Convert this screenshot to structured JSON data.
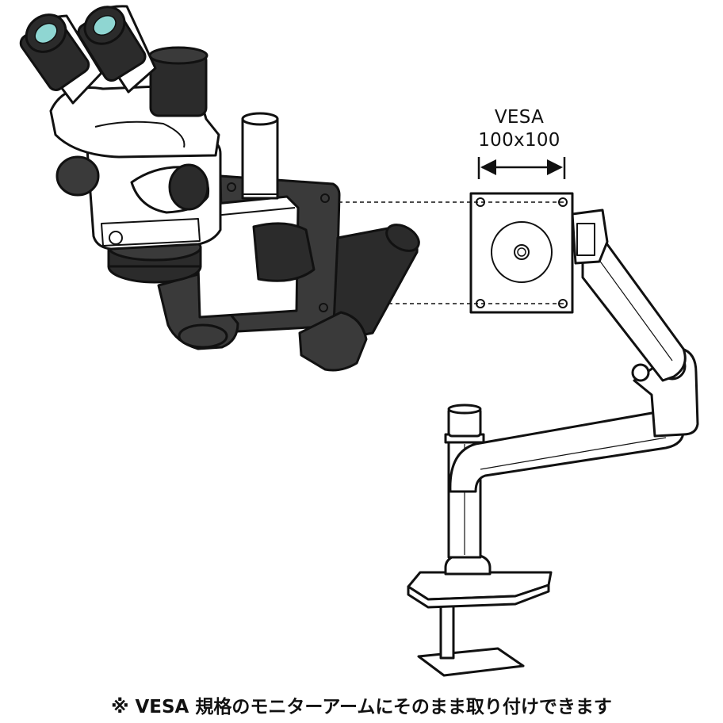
{
  "diagram": {
    "vesa_label": "VESA",
    "vesa_size": "100x100",
    "caption": "※ VESA 規格のモニターアームにそのまま取り付けできます"
  },
  "colors": {
    "line": "#111111",
    "dark_part": "#3a3a3a",
    "eyepiece": "#2b2b2b",
    "lens_glass": "#8fd6d2",
    "background": "#ffffff"
  }
}
